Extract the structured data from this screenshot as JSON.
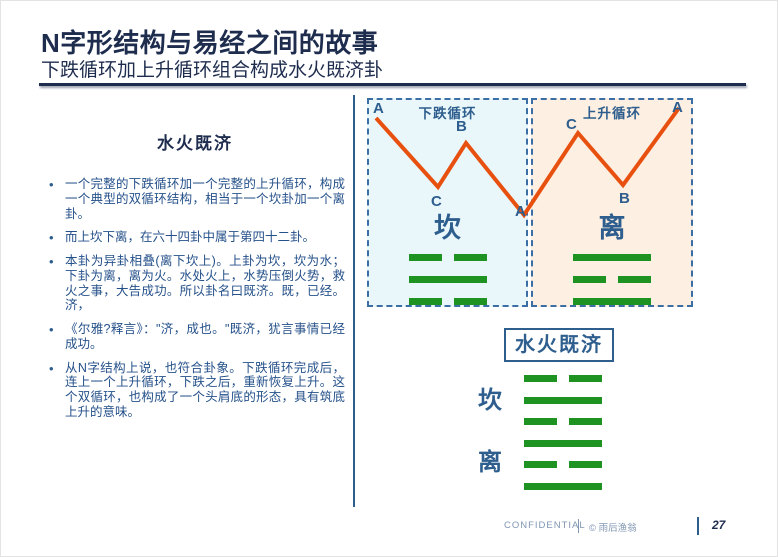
{
  "header": {
    "title": "N字形结构与易经之间的故事",
    "subtitle": "下跌循环加上升循环组合构成水火既济卦"
  },
  "left_panel": {
    "heading": "水火既济",
    "bullets": [
      "一个完整的下跌循环加一个完整的上升循环，构成一个典型的双循环结构，相当于一个坎卦加一个离卦。",
      "而上坎下离，在六十四卦中属于第四十二卦。",
      "本卦为异卦相叠(离下坎上)。上卦为坎，坎为水；下卦为离，离为火。水处火上，水势压倒火势，救火之事，大告成功。所以卦名曰既济。既，已经。济，",
      "《尔雅?释言》：\"济，成也。\"既济，犹言事情已经成功。",
      "从N字结构上说，也符合卦象。下跌循环完成后，连上一个上升循环，下跌之后，重新恢复上升。这个双循环，也构成了一个头肩底的形态，具有筑底上升的意味。"
    ]
  },
  "diagram": {
    "falling": {
      "title": "下跌循环",
      "start_label": "A",
      "rebound_label": "B",
      "low_label": "C",
      "trigram": {
        "name": "坎",
        "lines": [
          "broken",
          "solid",
          "broken"
        ]
      }
    },
    "junction_label": "A",
    "rising": {
      "title": "上升循环",
      "high_label": "C",
      "pullback_label": "B",
      "end_label": "A",
      "trigram": {
        "name": "离",
        "lines": [
          "solid",
          "broken",
          "solid"
        ]
      }
    }
  },
  "hexagram": {
    "title": "水火既济",
    "upper_name": "坎",
    "lower_name": "离",
    "lines": [
      "broken",
      "solid",
      "broken",
      "solid",
      "broken",
      "solid"
    ]
  },
  "footer": {
    "confidential": "CONFIDENTIAL",
    "credit": "© 雨后渔翁",
    "page": "27"
  },
  "colors": {
    "accent_navy": "#1E2C4E",
    "text_blue": "#25518A",
    "label_blue": "#2E5E8E",
    "line_orange": "#E8500F",
    "fall_bg": "#E9F7FB",
    "rise_bg": "#FDEFE1",
    "dashed_border": "#3A6EA5",
    "bar_green": "#1E9321",
    "footer_blue": "#8096B3"
  }
}
